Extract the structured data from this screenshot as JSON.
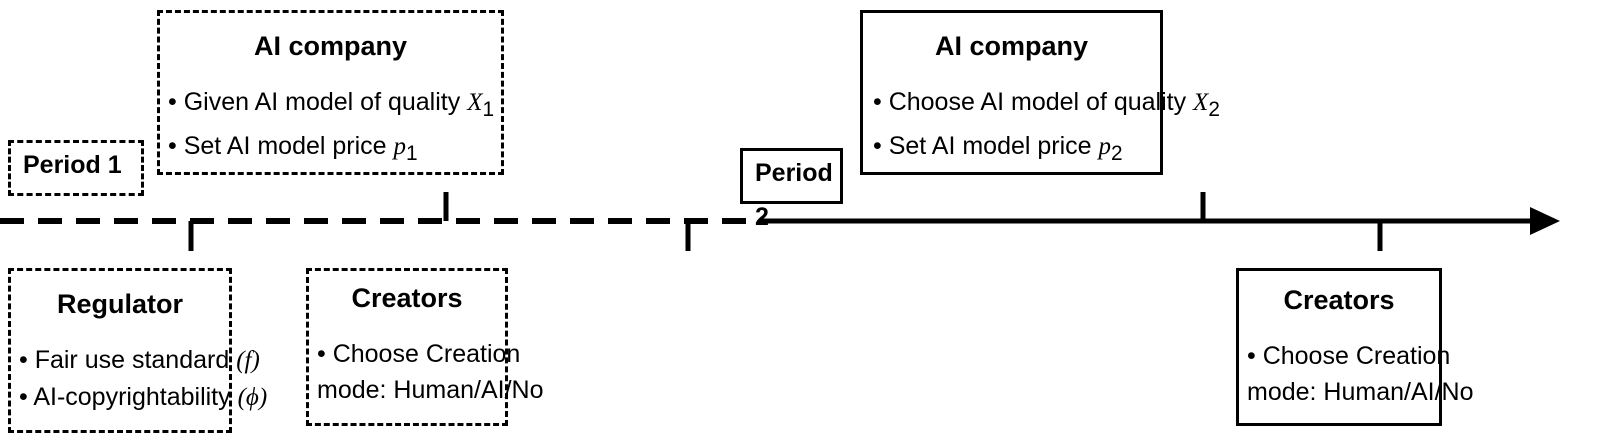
{
  "period1": {
    "label": "Period 1"
  },
  "period2": {
    "label": "Period 2"
  },
  "ai_company_p1": {
    "title": "AI company",
    "items": [
      {
        "text": "• Given AI model of quality ",
        "math": "X",
        "sub": "1"
      },
      {
        "text": "• Set AI model price ",
        "math": "p",
        "sub": "1"
      }
    ]
  },
  "ai_company_p2": {
    "title": "AI company",
    "items": [
      {
        "text": "• Choose AI model of quality ",
        "math": "X",
        "sub": "2"
      },
      {
        "text": "• Set AI model price ",
        "math": "p",
        "sub": "2"
      }
    ]
  },
  "regulator": {
    "title": "Regulator",
    "items": [
      {
        "text": "• Fair use standard ",
        "math": "(f)"
      },
      {
        "text": "• AI-copyrightability ",
        "math": "(ϕ)"
      }
    ]
  },
  "creators_p1": {
    "title": "Creators",
    "lines": [
      "• Choose Creation",
      "mode: Human/AI/No"
    ]
  },
  "creators_p2": {
    "title": "Creators",
    "lines": [
      "• Choose Creation",
      "mode: Human/AI/No"
    ]
  }
}
